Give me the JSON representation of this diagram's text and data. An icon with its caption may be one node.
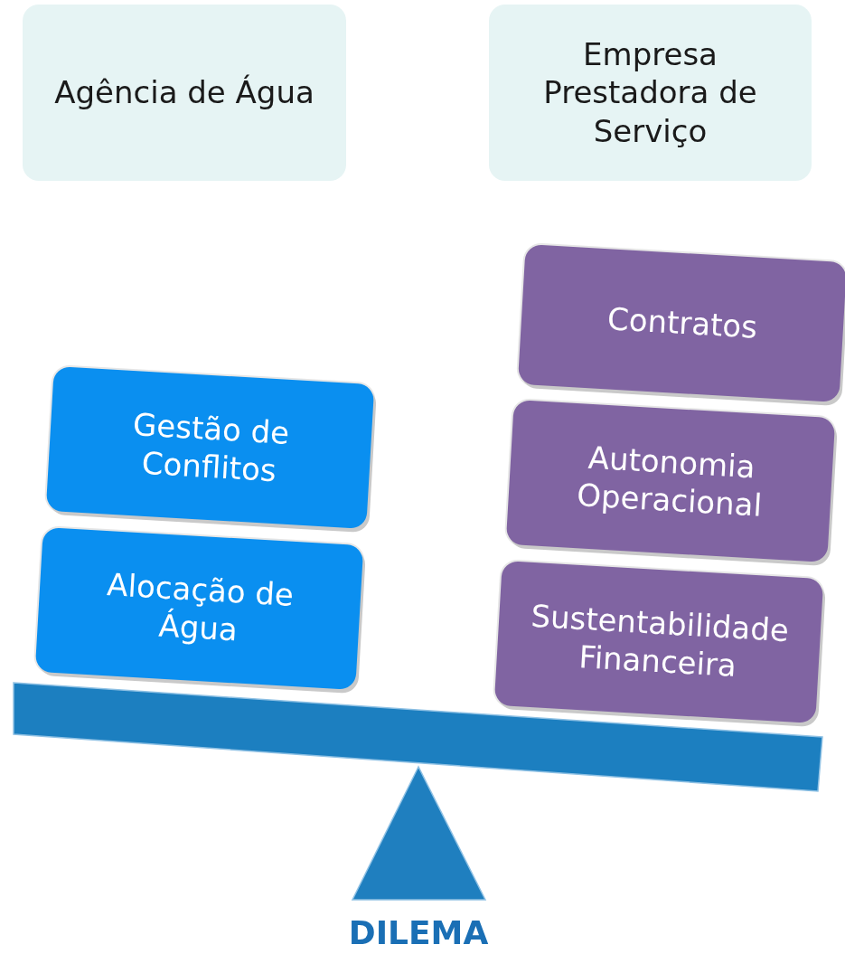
{
  "diagram": {
    "nodes": [
      {
        "text": [
          "Agência de Água"
        ]
      },
      {
        "text": [
          "Empresa Prestadora de Serviço"
        ]
      },
      {
        "text": [
          "Gestão de Conflitos"
        ]
      },
      {
        "text": [
          "Alocação de Água"
        ]
      },
      {
        "text": [
          "Contratos"
        ]
      },
      {
        "text": [
          "Autonomia Operacional"
        ]
      },
      {
        "text": [
          "Sustentabilidade Financeira"
        ]
      }
    ],
    "labels": [
      "DILEMA"
    ]
  }
}
